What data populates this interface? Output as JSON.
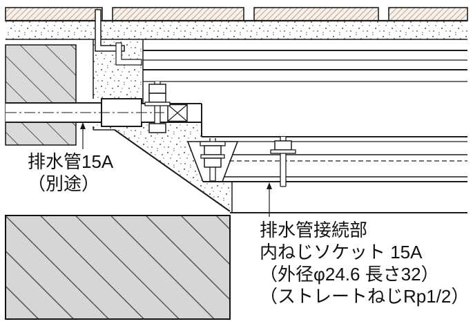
{
  "drawing": {
    "type": "architectural-detail-section",
    "colors": {
      "background": "#ffffff",
      "line": "#1a1a1a",
      "concrete_gray": "#d8d8d8",
      "hatch_gray": "#565656",
      "tile_hatch": "#b08468",
      "stipple_dot": "#666666"
    },
    "labels": {
      "pipe": {
        "line1": "排水管15A",
        "line2": "（別途）"
      },
      "connection": {
        "line1": "排水管接続部",
        "line2": "内ねじソケット 15A",
        "line3": "（外径φ24.6 長さ32）",
        "line4": "（ストレートねじRp1/2）"
      }
    }
  }
}
